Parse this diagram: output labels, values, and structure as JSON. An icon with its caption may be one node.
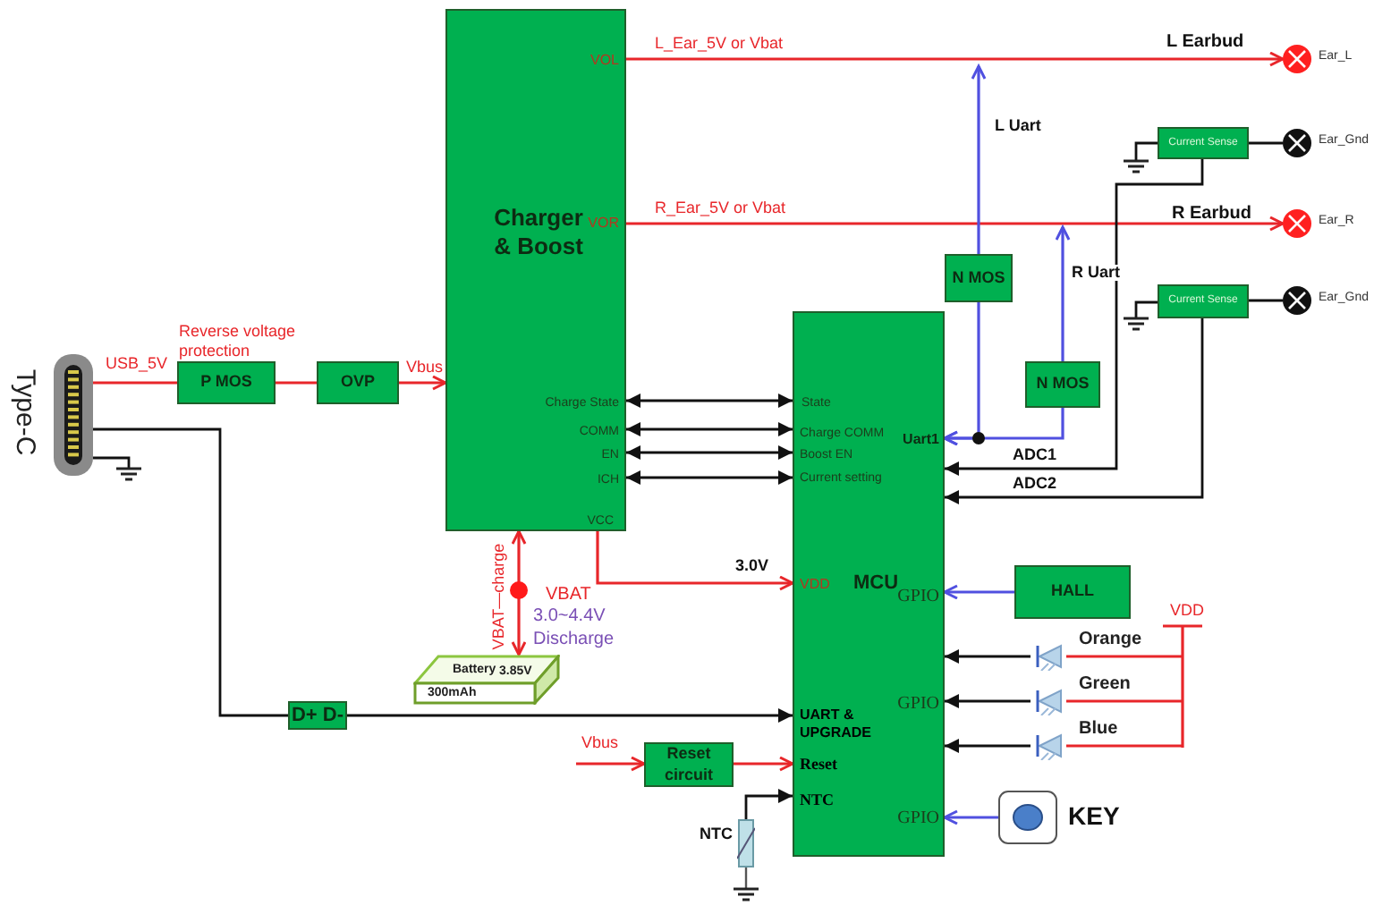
{
  "diagram": {
    "nodes": [
      {
        "text": [
          "VOL",
          "VOR",
          "Charger & Boost",
          "Charge State",
          "COMM",
          "EN",
          "ICH",
          "VCC"
        ]
      },
      {
        "text": [
          "State",
          "Charge COMM",
          "Uart1",
          "Boost EN",
          "Current setting",
          "VDD",
          "MCU",
          "GPIO",
          "GPIO",
          "UART & UPGRADE",
          "Reset",
          "NTC",
          "GPIO"
        ]
      },
      {
        "text": [],
        "shape": "connector",
        "beside": [
          "Type-C"
        ]
      },
      {
        "text": [
          "P MOS"
        ]
      },
      {
        "text": [
          "OVP"
        ]
      },
      {
        "text": [
          "Reset circuit"
        ]
      },
      {
        "text": [
          "N MOS"
        ]
      },
      {
        "text": [
          "N MOS"
        ]
      },
      {
        "text": [
          "Current Sense"
        ]
      },
      {
        "text": [
          "Current Sense"
        ]
      },
      {
        "text": [
          "HALL"
        ]
      },
      {
        "text": [],
        "shape": "circle",
        "beside": [
          "Ear_L"
        ]
      },
      {
        "text": [],
        "shape": "circle",
        "beside": [
          "Ear_R"
        ]
      },
      {
        "text": [],
        "shape": "circle",
        "beside": [
          "Ear_Gnd"
        ]
      },
      {
        "text": [],
        "shape": "circle",
        "beside": [
          "Ear_Gnd"
        ]
      },
      {
        "text": [
          "Battery",
          "3.85V",
          "300mAh"
        ]
      },
      {
        "text": [],
        "shape": "button",
        "beside": [
          "KEY"
        ]
      },
      {
        "text": [],
        "shape": "resistor",
        "beside": [
          "NTC"
        ]
      },
      {
        "text": [],
        "shape": "diode",
        "beside": [
          "Orange"
        ]
      },
      {
        "text": [],
        "shape": "diode",
        "beside": [
          "Green"
        ]
      },
      {
        "text": [],
        "shape": "diode",
        "beside": [
          "Blue"
        ]
      },
      {
        "text": [
          "D+ D-"
        ]
      },
      {
        "text": [],
        "shape": "bar",
        "beside": [
          "VDD"
        ]
      }
    ],
    "edges": [
      {
        "from": 2,
        "to": 3,
        "arrow": "none",
        "label": "USB_5V",
        "color": "#e8262a"
      },
      {
        "from": 3,
        "to": 4,
        "arrow": "none",
        "color": "#e8262a"
      },
      {
        "from": 4,
        "to": 0,
        "arrow": "to",
        "label": "Vbus",
        "color": "#e8262a"
      },
      {
        "from": 0,
        "to": 11,
        "arrow": "to",
        "label": "L_Ear_5V or Vbat",
        "color": "#e8262a"
      },
      {
        "from": 0,
        "to": 12,
        "arrow": "to",
        "label": "R_Ear_5V or Vbat",
        "color": "#e8262a"
      },
      {
        "from": 1,
        "to": 0,
        "arrow": "both"
      },
      {
        "from": 1,
        "to": 0,
        "arrow": "both"
      },
      {
        "from": 1,
        "to": 0,
        "arrow": "both"
      },
      {
        "from": 1,
        "to": 0,
        "arrow": "both"
      },
      {
        "from": 0,
        "to": 1,
        "arrow": "to",
        "label": "3.0V",
        "color": "#e8262a"
      },
      {
        "from": 0,
        "to": 15,
        "arrow": "both",
        "label": "VBAT—charge",
        "color": "#e8262a"
      },
      {
        "from": 2,
        "to": 21,
        "arrow": "none"
      },
      {
        "from": 21,
        "to": 1,
        "arrow": "to"
      },
      {
        "from": null,
        "to": 5,
        "arrow": "to",
        "label": "Vbus",
        "color": "#e8262a"
      },
      {
        "from": 5,
        "to": 1,
        "arrow": "to",
        "color": "#e8262a"
      },
      {
        "from": 17,
        "to": 1,
        "arrow": "to"
      },
      {
        "from": 6,
        "to": 1,
        "arrow": "to",
        "color": "#5050e0"
      },
      {
        "from": 6,
        "to": null,
        "arrow": "to",
        "label": "L Uart",
        "color": "#5050e0"
      },
      {
        "from": 7,
        "to": 1,
        "arrow": "to",
        "color": "#5050e0"
      },
      {
        "from": 7,
        "to": null,
        "arrow": "to",
        "label": "R Uart",
        "color": "#5050e0"
      },
      {
        "from": 8,
        "to": 1,
        "arrow": "to",
        "label": "ADC1"
      },
      {
        "from": 9,
        "to": 1,
        "arrow": "to",
        "label": "ADC2"
      },
      {
        "from": 8,
        "to": 13,
        "arrow": "none"
      },
      {
        "from": 9,
        "to": 14,
        "arrow": "none"
      },
      {
        "from": 10,
        "to": 1,
        "arrow": "to",
        "color": "#5050e0"
      },
      {
        "from": 18,
        "to": 1,
        "arrow": "to"
      },
      {
        "from": 19,
        "to": 1,
        "arrow": "to"
      },
      {
        "from": 20,
        "to": 1,
        "arrow": "to"
      },
      {
        "from": 16,
        "to": 1,
        "arrow": "to",
        "color": "#5050e0"
      },
      {
        "from": 22,
        "to": 18,
        "arrow": "none",
        "color": "#e8262a"
      },
      {
        "from": 22,
        "to": 19,
        "arrow": "none",
        "color": "#e8262a"
      },
      {
        "from": 22,
        "to": 20,
        "arrow": "none",
        "color": "#e8262a"
      }
    ],
    "labels": [
      "Reverse voltage protection",
      "L Earbud",
      "R Earbud",
      "VBAT",
      "3.0~4.4V Discharge"
    ]
  }
}
